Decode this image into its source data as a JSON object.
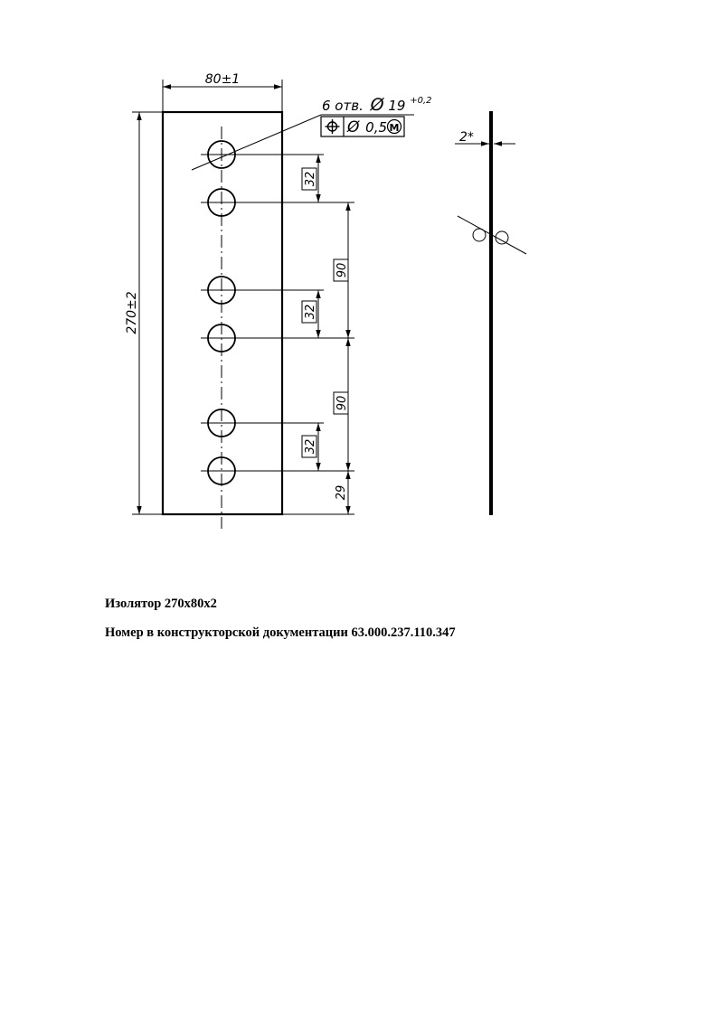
{
  "drawing": {
    "width_dim": "80±1",
    "height_dim": "270±2",
    "holes_callout": {
      "prefix": "6 отв.",
      "diameter_symbol": "Ø",
      "value": "19",
      "tolerance": "+0,2"
    },
    "position_tolerance": {
      "symbol": "⌖",
      "diameter_symbol": "Ø",
      "value": "0,5",
      "modifier": "M"
    },
    "hole_spacing": [
      "32",
      "90",
      "32",
      "90",
      "32"
    ],
    "bottom_offset": "29",
    "thickness_dim": "2*"
  },
  "caption": {
    "title": "Изолятор 270х80х2",
    "doc_number": "Номер в конструкторской документации 63.000.237.110.347"
  }
}
